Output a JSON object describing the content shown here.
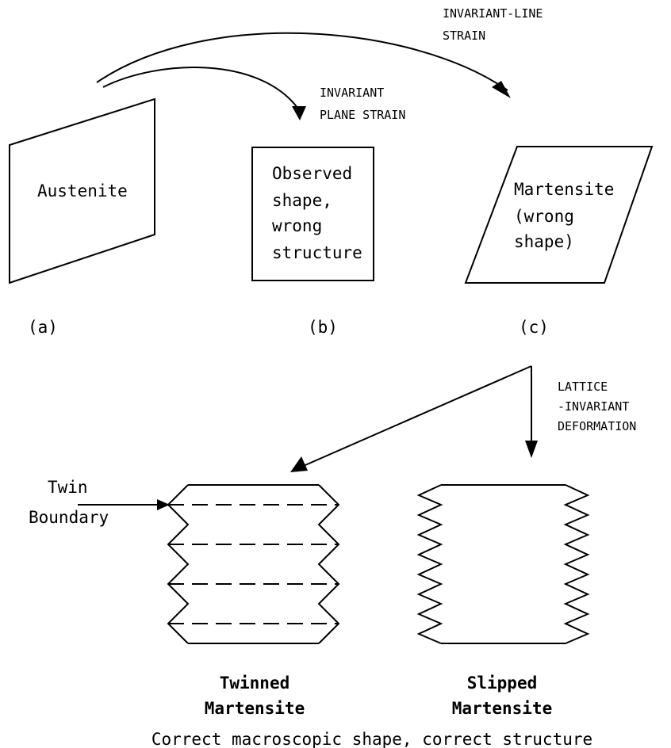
{
  "labels": {
    "invariant_line_strain": [
      "INVARIANT-LINE",
      "STRAIN"
    ],
    "invariant_plane_strain": [
      "INVARIANT",
      "PLANE STRAIN"
    ],
    "lattice_invariant_deformation": [
      "LATTICE",
      "-INVARIANT",
      "DEFORMATION"
    ],
    "austenite": "Austenite",
    "observed": [
      "Observed",
      "shape,",
      "wrong",
      "structure"
    ],
    "martensite_wrong": [
      "Martensite",
      "(wrong",
      "shape)"
    ],
    "panel_a": "(a)",
    "panel_b": "(b)",
    "panel_c": "(c)",
    "twin_boundary": [
      "Twin",
      "Boundary"
    ],
    "twinned": [
      "Twinned",
      "Martensite"
    ],
    "slipped": [
      "Slipped",
      "Martensite"
    ],
    "caption": "Correct macroscopic shape, correct structure"
  },
  "colors": {
    "stroke": "#000000",
    "background": "#ffffff"
  }
}
